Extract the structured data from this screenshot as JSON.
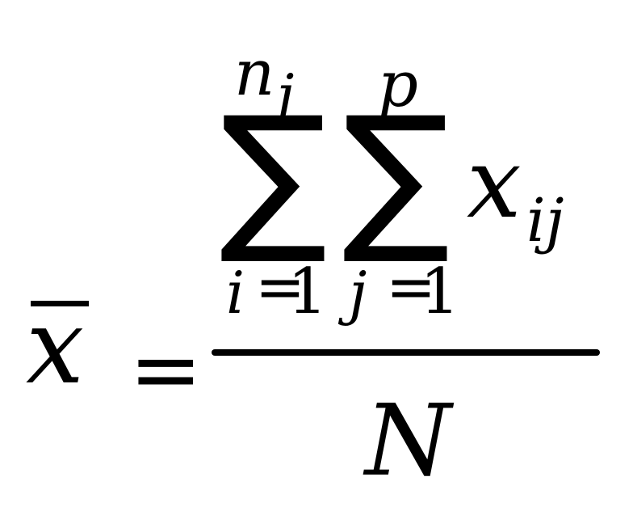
{
  "formula": {
    "mean_symbol": "x",
    "equals": "=",
    "numerator": {
      "sum1": {
        "operator": "∑",
        "upper_base": "n",
        "upper_sub": "j",
        "lower_index": "i",
        "lower_equals": "=",
        "lower_value": "1"
      },
      "sum2": {
        "operator": "∑",
        "upper": "p",
        "lower_index": "j",
        "lower_equals": "=",
        "lower_value": "1"
      },
      "term": "x",
      "term_subscript": "ij"
    },
    "denominator": "N"
  }
}
